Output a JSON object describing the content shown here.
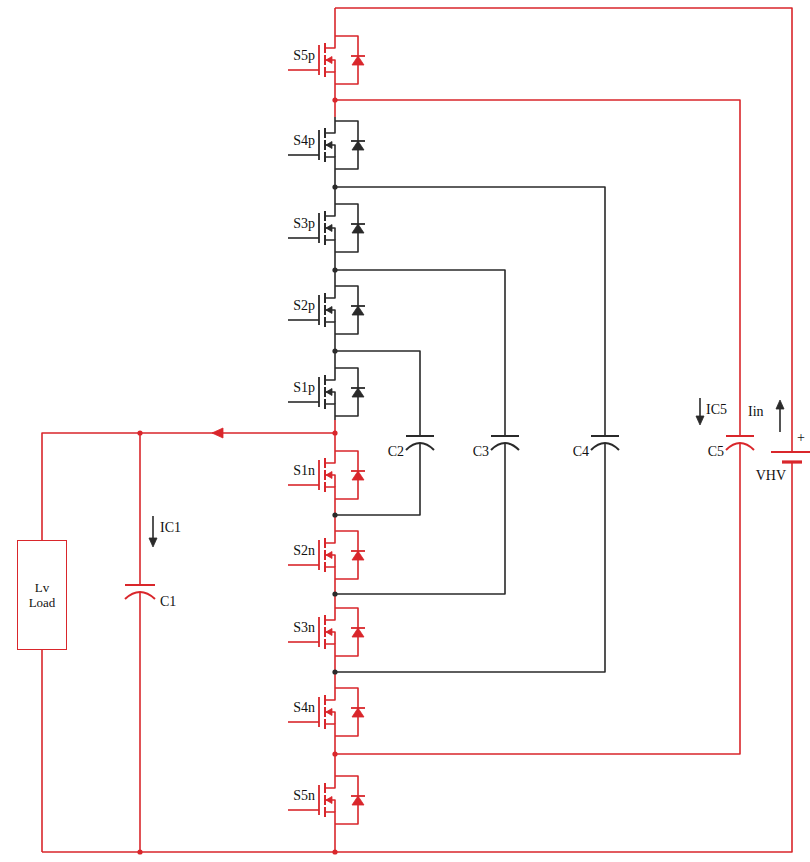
{
  "diagram": {
    "nodes": [
      {
        "text": [
          "Lv Load"
        ]
      }
    ],
    "labels": [
      "S5p",
      "S4p",
      "S3p",
      "S2p",
      "S1p",
      "S1n",
      "S2n",
      "S3n",
      "S4n",
      "S5n",
      "IC5",
      "Iin",
      "+",
      "VHV",
      "C2",
      "C3",
      "C4",
      "C5",
      "IC1",
      "C1"
    ]
  }
}
